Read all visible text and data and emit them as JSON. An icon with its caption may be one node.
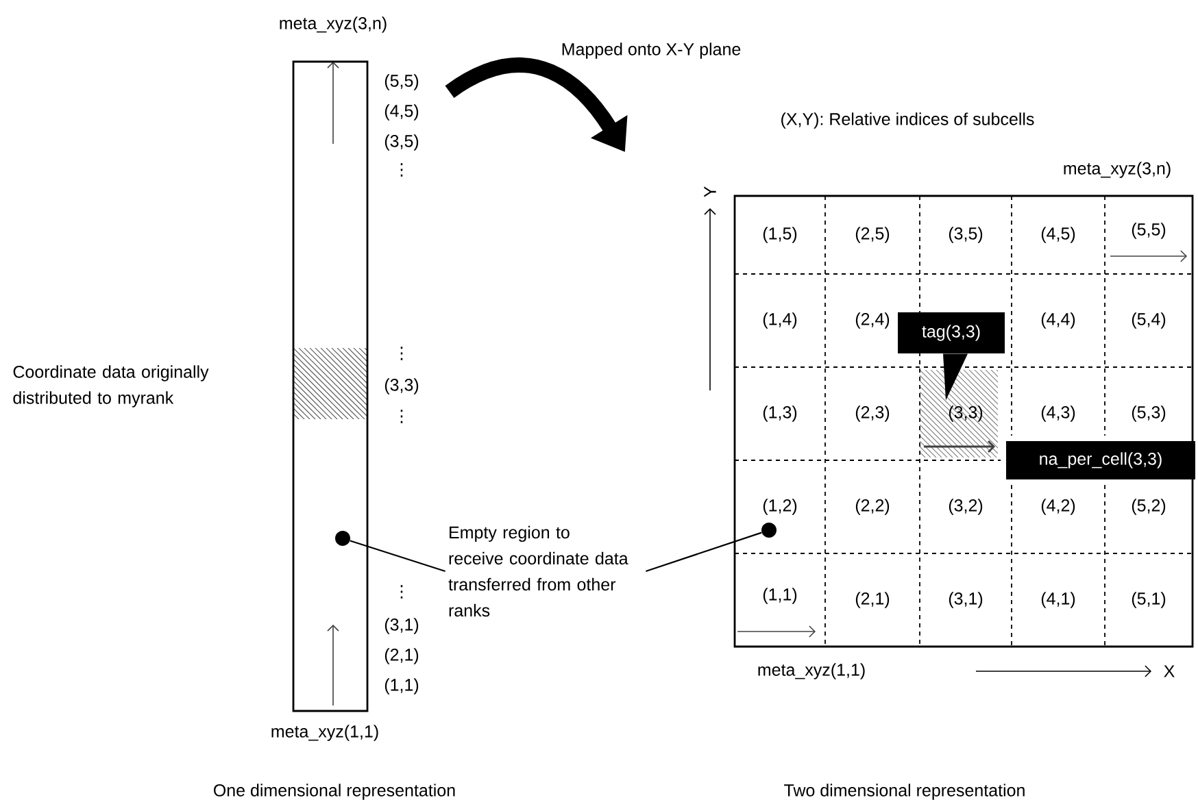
{
  "diagram": {
    "nodes": [
      {
        "text": [],
        "shape": "box"
      },
      {
        "text": [],
        "shape": "circle",
        "in": 0
      },
      {
        "text": [
          "Empty region to receive coordinate data transferred from other ranks"
        ]
      },
      {
        "text": [],
        "shape": "box"
      },
      {
        "text": [
          "tag(3,3)"
        ],
        "in": 3
      },
      {
        "text": [
          "na_per_cell(3,3)"
        ],
        "in": 3
      },
      {
        "text": [],
        "shape": "circle",
        "in": 3
      }
    ],
    "edges": [
      {
        "from": 2,
        "to": 1,
        "arrow": "none"
      },
      {
        "from": 2,
        "to": 6,
        "arrow": "none"
      }
    ],
    "labels": [
      "meta_xyz(3,n)",
      "Mapped onto X-Y plane",
      "(5,5)",
      "(4,5)",
      "(3,5)",
      "⋮",
      "Coordinate data originally distributed to myrank",
      "⋮",
      "(3,3)",
      "⋮",
      "⋮",
      "(3,1)",
      "(2,1)",
      "(1,1)",
      "meta_xyz(1,1)",
      "One dimensional representation",
      "(X,Y):   Relative indices of subcells",
      "meta_xyz(3,n)",
      "Y",
      "(1,5)",
      "(2,5)",
      "(3,5)",
      "(4,5)",
      "(5,5)",
      "(1,4)",
      "(2,4)",
      "(4,4)",
      "(5,4)",
      "(1,3)",
      "(2,3)",
      "(3,3)",
      "(4,3)",
      "(5,3)",
      "(1,2)",
      "(2,2)",
      "(3,2)",
      "(4,2)",
      "(5,2)",
      "(1,1)",
      "(2,1)",
      "(3,1)",
      "(4,1)",
      "(5,1)",
      "meta_xyz(1,1)",
      "X",
      "Two dimensional representation"
    ]
  }
}
